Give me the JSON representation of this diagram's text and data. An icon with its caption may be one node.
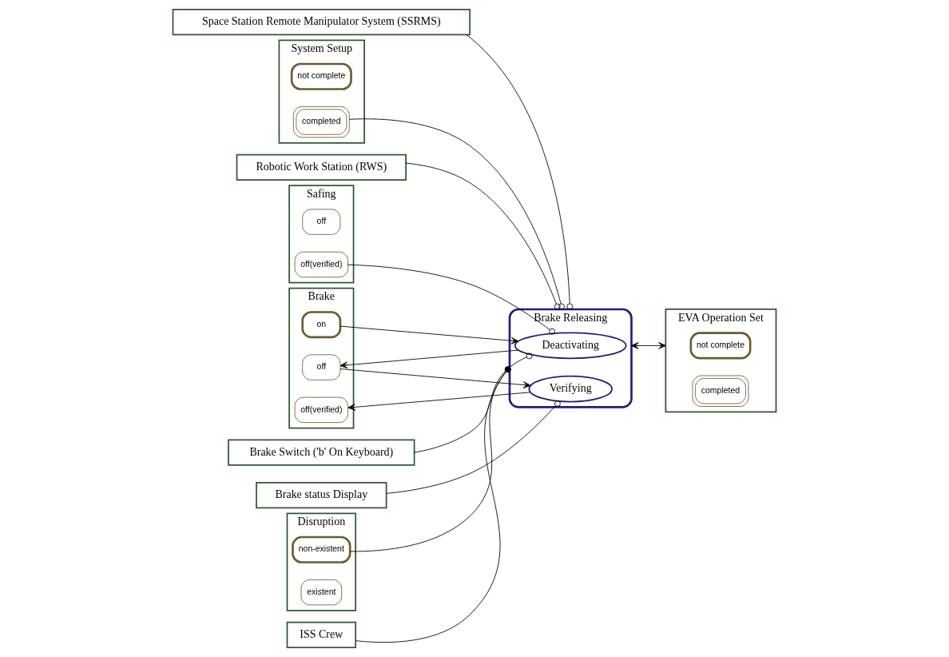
{
  "diagram": {
    "nodes": [
      {
        "text": [
          "Space Station Remote Manipulator System (SSRMS)"
        ]
      },
      {
        "text": [
          "System Setup"
        ]
      },
      {
        "text": [
          "not complete"
        ],
        "in": 1
      },
      {
        "text": [
          "completed"
        ],
        "in": 1
      },
      {
        "text": [
          "Robotic Work Station (RWS)"
        ]
      },
      {
        "text": [
          "Safing"
        ]
      },
      {
        "text": [
          "off"
        ],
        "in": 5
      },
      {
        "text": [
          "off(verified)"
        ],
        "in": 5
      },
      {
        "text": [
          "Brake"
        ]
      },
      {
        "text": [
          "on"
        ],
        "in": 8
      },
      {
        "text": [
          "off"
        ],
        "in": 8
      },
      {
        "text": [
          "off(verified)"
        ],
        "in": 8
      },
      {
        "text": [
          "Brake Releasing"
        ]
      },
      {
        "text": [
          "Deactivating"
        ],
        "in": 12
      },
      {
        "text": [
          "Verifying"
        ],
        "in": 12
      },
      {
        "text": [
          "Brake Switch ('b' On Keyboard)"
        ]
      },
      {
        "text": [
          "Brake status Display"
        ]
      },
      {
        "text": [
          "Disruption"
        ]
      },
      {
        "text": [
          "non-existent"
        ],
        "in": 17
      },
      {
        "text": [
          "existent"
        ],
        "in": 17
      },
      {
        "text": [
          "ISS Crew"
        ]
      },
      {
        "text": [
          "EVA Operation Set"
        ]
      },
      {
        "text": [
          "not complete"
        ],
        "in": 21
      },
      {
        "text": [
          "completed"
        ],
        "in": 21
      }
    ],
    "edges": [
      {
        "from": 0,
        "to": 12,
        "arrow": "other"
      },
      {
        "from": 3,
        "to": 12,
        "arrow": "other"
      },
      {
        "from": 4,
        "to": 12,
        "arrow": "other"
      },
      {
        "from": 7,
        "to": 13,
        "arrow": "other"
      },
      {
        "from": 9,
        "to": 13,
        "arrow": "to"
      },
      {
        "from": 15,
        "to": 13,
        "arrow": "other"
      },
      {
        "from": 13,
        "to": 10,
        "arrow": "to"
      },
      {
        "from": 10,
        "to": 14,
        "arrow": "to"
      },
      {
        "from": 14,
        "to": 11,
        "arrow": "to"
      },
      {
        "from": 16,
        "to": 14,
        "arrow": "other"
      },
      {
        "from": 18,
        "to": 12,
        "arrow": "other"
      },
      {
        "from": 20,
        "to": 12,
        "arrow": "other"
      },
      {
        "from": 12,
        "to": 21,
        "arrow": "both"
      }
    ]
  }
}
